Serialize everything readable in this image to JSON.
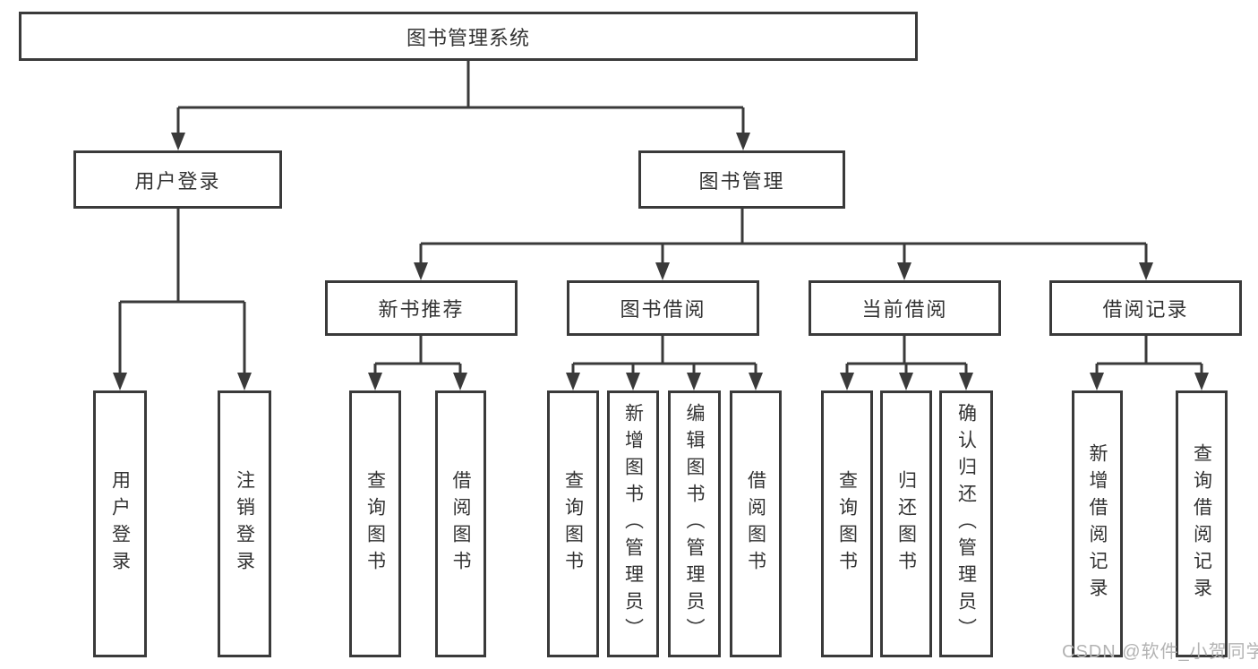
{
  "diagram": {
    "root": {
      "label": "图书管理系统"
    },
    "level2": [
      {
        "label": "用户登录"
      },
      {
        "label": "图书管理"
      }
    ],
    "level3": [
      {
        "label": "新书推荐"
      },
      {
        "label": "图书借阅"
      },
      {
        "label": "当前借阅"
      },
      {
        "label": "借阅记录"
      }
    ],
    "leaves": [
      {
        "label": "用户登录"
      },
      {
        "label": "注销登录"
      },
      {
        "label": "查询图书"
      },
      {
        "label": "借阅图书"
      },
      {
        "label": "查询图书"
      },
      {
        "label": "新增图书（管理员）"
      },
      {
        "label": "编辑图书（管理员）"
      },
      {
        "label": "借阅图书"
      },
      {
        "label": "查询图书"
      },
      {
        "label": "归还图书"
      },
      {
        "label": "确认归还（管理员）"
      },
      {
        "label": "新增借阅记录"
      },
      {
        "label": "查询借阅记录"
      }
    ]
  },
  "watermark": {
    "text": "CSDN @软件_小贺同学"
  },
  "colors": {
    "line": "#3a3a3a",
    "text": "#333333",
    "watermark": "#b3b3b3",
    "background": "#ffffff"
  }
}
